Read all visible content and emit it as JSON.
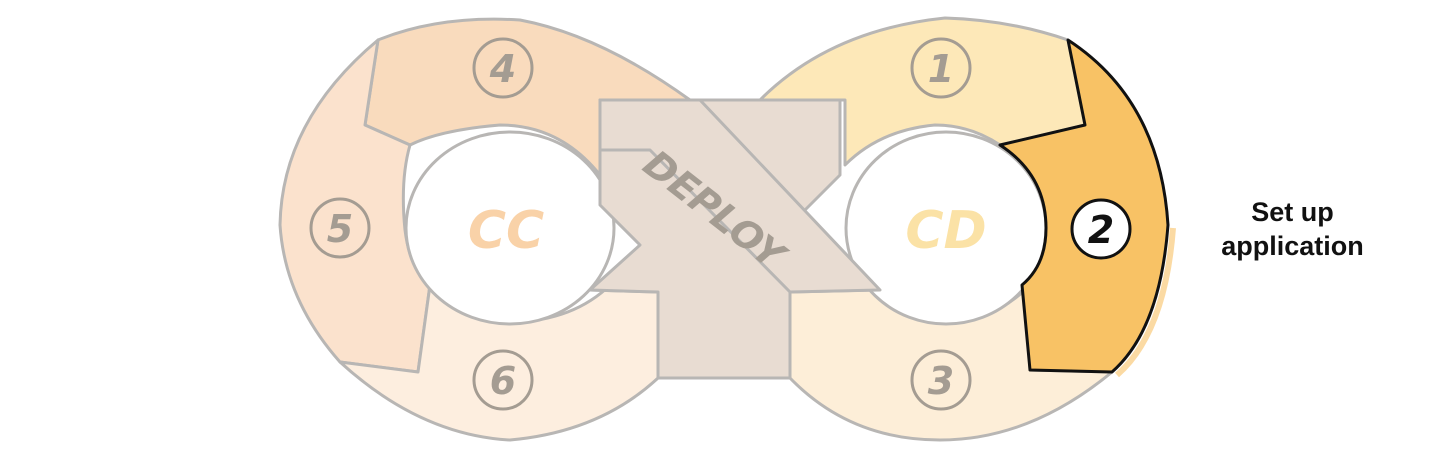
{
  "loop": {
    "left_label": "CC",
    "right_label": "CD",
    "center_label": "DEPLOY"
  },
  "steps": [
    {
      "number": "1",
      "active": false
    },
    {
      "number": "2",
      "active": true
    },
    {
      "number": "3",
      "active": false
    },
    {
      "number": "4",
      "active": false
    },
    {
      "number": "5",
      "active": false
    },
    {
      "number": "6",
      "active": false
    }
  ],
  "callout": {
    "line1": "Set up",
    "line2": "application"
  },
  "colors": {
    "step1": "#fde8b8",
    "step2": "#f8c265",
    "step3": "#fdeed8",
    "step4": "#f9dbbd",
    "step5": "#fbe2cd",
    "step6": "#fdeedf",
    "deploy": "#e8dcd2",
    "outline": "#b8b6b4",
    "active_outline": "#111111",
    "cc_text": "#f9d2a8",
    "cd_text": "#fbe2a6",
    "muted_text": "#a49c92"
  }
}
